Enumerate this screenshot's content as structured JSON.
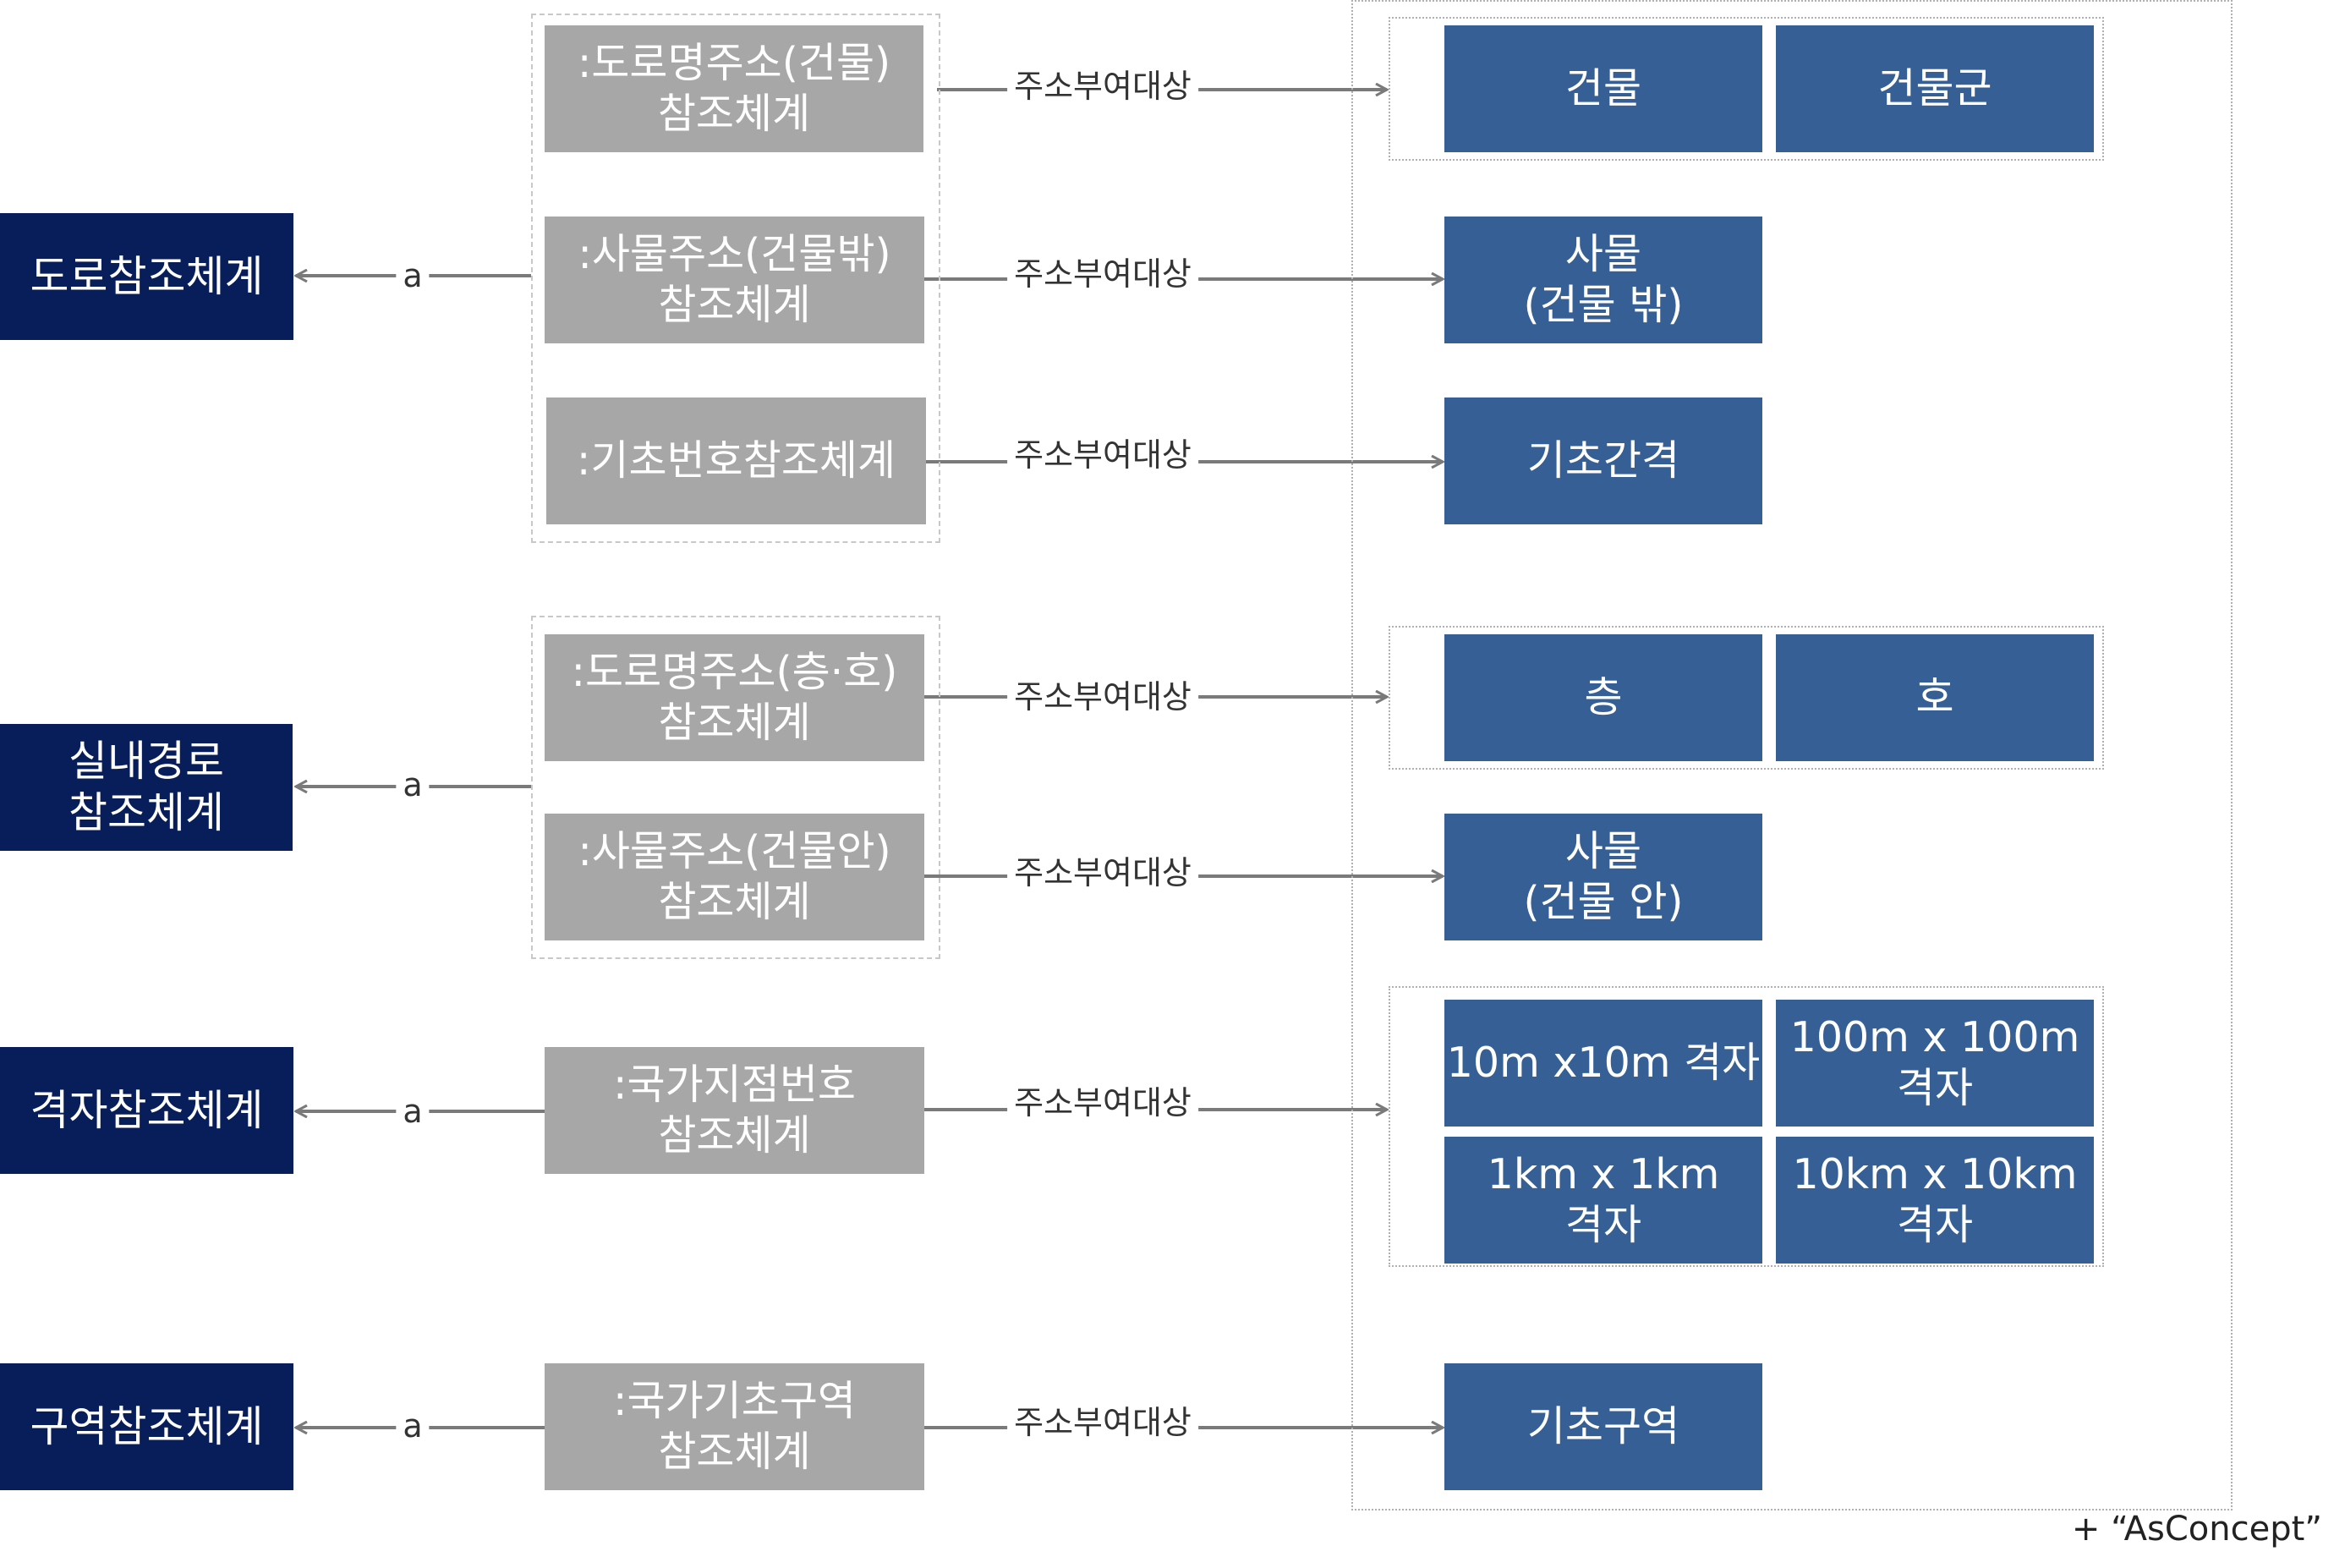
{
  "reference_systems": [
    {
      "id": "road",
      "label": "도로참조체계"
    },
    {
      "id": "indoor",
      "label": "실내경로\n참조체계"
    },
    {
      "id": "grid",
      "label": "격자참조체계"
    },
    {
      "id": "zone",
      "label": "구역참조체계"
    }
  ],
  "association_label": "a",
  "concept_classes": [
    {
      "id": "road_bldg",
      "label": ":도로명주소(건물)\n참조체계"
    },
    {
      "id": "thing_out",
      "label": ":사물주소(건물밖)\n참조체계"
    },
    {
      "id": "base_no",
      "label": ":기초번호참조체계"
    },
    {
      "id": "road_floor",
      "label": ":도로명주소(층·호)\n참조체계"
    },
    {
      "id": "thing_in",
      "label": ":사물주소(건물안)\n참조체계"
    },
    {
      "id": "nat_point",
      "label": ":국가지점번호\n참조체계"
    },
    {
      "id": "nat_zone",
      "label": ":국가기초구역\n참조체계"
    }
  ],
  "relation_label": "주소부여대상",
  "targets": [
    {
      "id": "building",
      "label": "건물"
    },
    {
      "id": "building_group",
      "label": "건물군"
    },
    {
      "id": "thing_outside",
      "label": "사물\n(건물 밖)"
    },
    {
      "id": "base_interval",
      "label": "기초간격"
    },
    {
      "id": "floor",
      "label": "층"
    },
    {
      "id": "unit",
      "label": "호"
    },
    {
      "id": "thing_inside",
      "label": "사물\n(건물 안)"
    },
    {
      "id": "grid_10m",
      "label": "10m x10m 격자"
    },
    {
      "id": "grid_100m",
      "label": "100m x 100m\n격자"
    },
    {
      "id": "grid_1km",
      "label": "1km x 1km\n격자"
    },
    {
      "id": "grid_10km",
      "label": "10km x 10km\n격자"
    },
    {
      "id": "base_zone",
      "label": "기초구역"
    }
  ],
  "footnote": "+ “AsConcept”",
  "colors": {
    "reference_fill": "#071e5b",
    "class_fill": "#a7a7a7",
    "target_fill": "#355f95",
    "connector": "#7a7a7a"
  }
}
